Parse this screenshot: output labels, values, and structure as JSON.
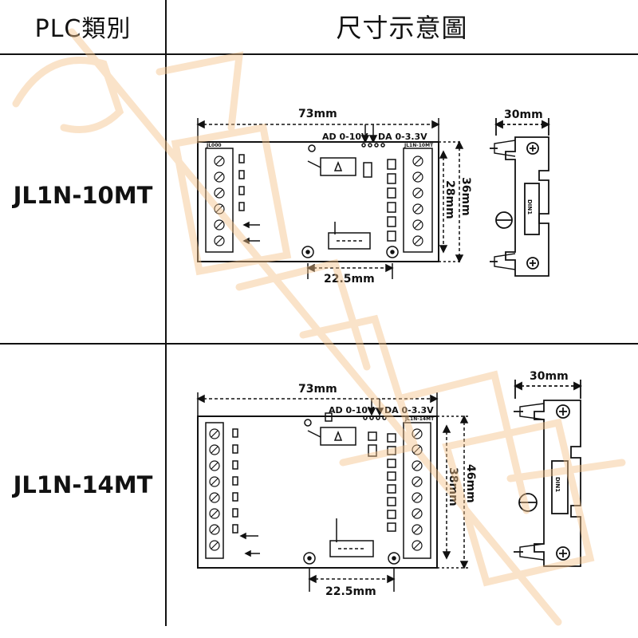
{
  "header": {
    "col1": "PLC類別",
    "col2": "尺寸示意圖"
  },
  "rows": [
    {
      "model": "JL1N-10MT",
      "board_label_left": "JL000",
      "board_label_right": "JL1N-10MT",
      "dim_width": "73mm",
      "dim_height_outer": "36mm",
      "dim_height_inner": "28mm",
      "dim_hole": "22.5mm",
      "dim_side": "30mm",
      "ad_label": "AD 0-10V",
      "da_label": "DA 0-3.3V",
      "side_label": "DIN1"
    },
    {
      "model": "JL1N-14MT",
      "board_label_left": "",
      "board_label_right": "JL1N-14MT",
      "dim_width": "73mm",
      "dim_height_outer": "46mm",
      "dim_height_inner": "38mm",
      "dim_hole": "22.5mm",
      "dim_side": "30mm",
      "ad_label": "AD 0-10V",
      "da_label": "DA 0-3.3V",
      "side_label": "DIN1"
    }
  ],
  "colors": {
    "line": "#111111",
    "watermark": "#f5c28a"
  }
}
